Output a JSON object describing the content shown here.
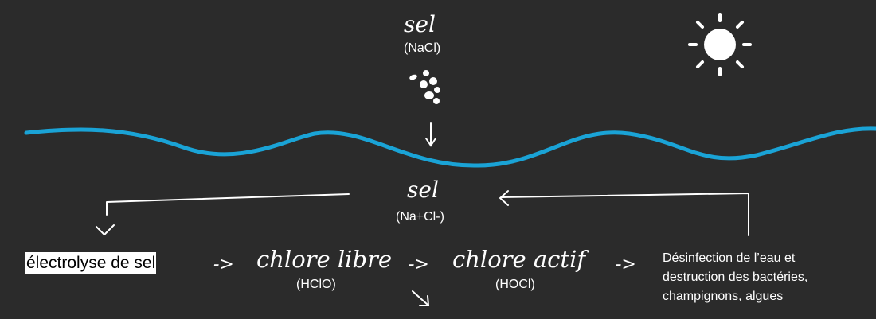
{
  "top_salt": {
    "word": "sel",
    "formula": "(NaCl)"
  },
  "dissolved_salt": {
    "word": "sel",
    "formula": "(Na+Cl-)"
  },
  "electrolysis": {
    "label": "électrolyse de sel"
  },
  "free_chlorine": {
    "word": "chlore libre",
    "formula": "(HClO)"
  },
  "active_chlorine": {
    "word": "chlore actif",
    "formula": "(HOCl)"
  },
  "result": {
    "lines": [
      "Désinfection de l’eau et",
      "destruction des bactéries,",
      "champignons, algues"
    ]
  },
  "arrow_glyph": "->",
  "colors": {
    "background": "#2b2b2b",
    "water": "#1aa3d6",
    "text": "#ffffff",
    "label_bg": "#ffffff",
    "label_fg": "#000000"
  },
  "icons": [
    "sun-icon",
    "salt-grains-icon"
  ]
}
